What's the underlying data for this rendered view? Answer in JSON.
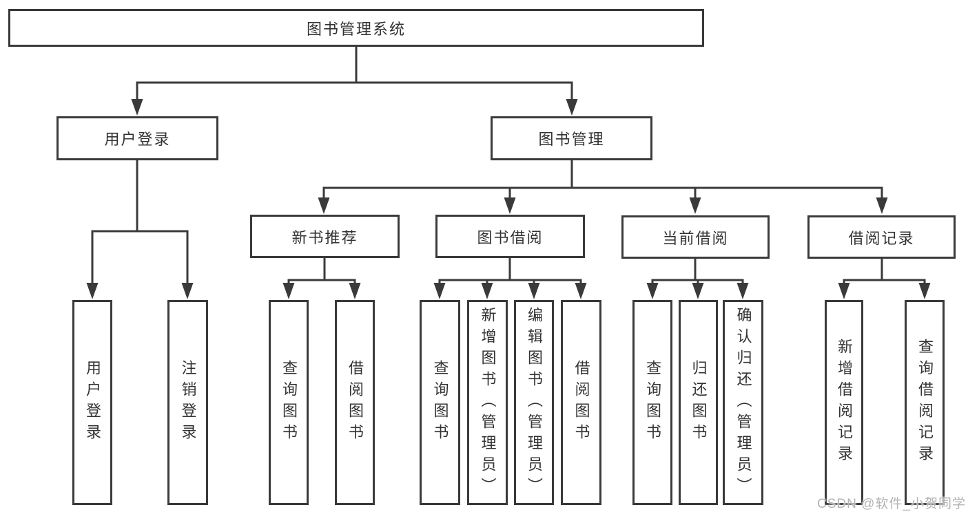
{
  "diagram": {
    "root_label": "图书管理系统",
    "branches": [
      {
        "label": "用户登录",
        "children": [
          {
            "label": "用户登录"
          },
          {
            "label": "注销登录"
          }
        ]
      },
      {
        "label": "图书管理",
        "children": [
          {
            "label": "新书推荐",
            "children": [
              {
                "label": "查询图书"
              },
              {
                "label": "借阅图书"
              }
            ]
          },
          {
            "label": "图书借阅",
            "children": [
              {
                "label": "查询图书"
              },
              {
                "label": "新增图书（管理员）"
              },
              {
                "label": "编辑图书（管理员）"
              },
              {
                "label": "借阅图书"
              }
            ]
          },
          {
            "label": "当前借阅",
            "children": [
              {
                "label": "查询图书"
              },
              {
                "label": "归还图书"
              },
              {
                "label": "确认归还（管理员）"
              }
            ]
          },
          {
            "label": "借阅记录",
            "children": [
              {
                "label": "新增借阅记录"
              },
              {
                "label": "查询借阅记录"
              }
            ]
          }
        ]
      }
    ]
  },
  "watermark": {
    "text": "CSDN @软件_小贺同学",
    "color": "#b3b3b3"
  },
  "colors": {
    "line": "#3a3a3a",
    "node_border": "#3a3a3a",
    "node_text": "#333333",
    "background": "#ffffff"
  }
}
